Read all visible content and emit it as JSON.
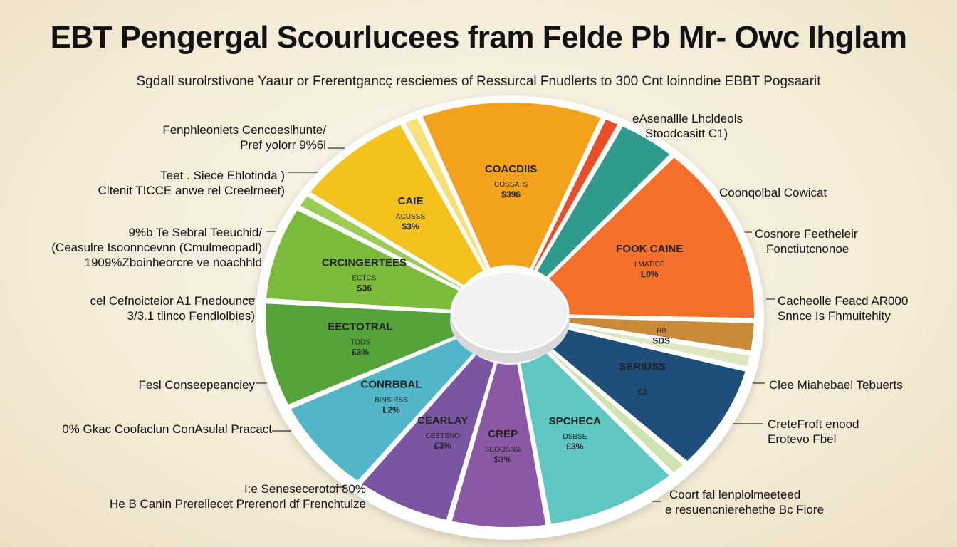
{
  "title": "EBT Pengergal Scourlucees fram Felde Pb Mr- Owc Ihglam",
  "subtitle": "Sgdall surolrstivone Yaaur or Frerentgancç resciemes of Ressurcal Fnudlerts to 300 Cnt loinndine EBBT Pogsaarit",
  "colors": {
    "background": "#f5ecd8",
    "hub": "#f2f2f2",
    "rim": "#ffffff"
  },
  "chart_data": {
    "type": "pie",
    "slices": [
      {
        "name": "COACDIIS",
        "sublabel": "COSSATS",
        "value_label": "$396",
        "color": "#f4a21c",
        "value": 15
      },
      {
        "name": "",
        "sublabel": "",
        "value_label": "",
        "color": "#e8502a",
        "value": 1.5
      },
      {
        "name": "",
        "sublabel": "",
        "value_label": "",
        "color": "#2f9b8c",
        "value": 5
      },
      {
        "name": "FOOK CAINE",
        "sublabel": "I MATICE",
        "value_label": "L0%",
        "color": "#f36f2a",
        "value": 17
      },
      {
        "name": "",
        "sublabel": "R0",
        "value_label": "SDS",
        "color": "#c98a3a",
        "value": 3
      },
      {
        "name": "",
        "sublabel": "",
        "value_label": "",
        "color": "#dfe7c0",
        "value": 1.5
      },
      {
        "name": "SERIUSS",
        "sublabel": "",
        "value_label": "£3",
        "color": "#1f4e7a",
        "value": 10
      },
      {
        "name": "",
        "sublabel": "",
        "value_label": "",
        "color": "#cfe3b0",
        "value": 1.5
      },
      {
        "name": "SPCHECA",
        "sublabel": "DSBSE",
        "value_label": "£3%",
        "color": "#5ec7c1",
        "value": 11
      },
      {
        "name": "CREP",
        "sublabel": "SEOOSNG",
        "value_label": "$3%",
        "color": "#8a58a4",
        "value": 8
      },
      {
        "name": "CEARLAY",
        "sublabel": "CEBTSNO",
        "value_label": "£3%",
        "color": "#7a55a2",
        "value": 8
      },
      {
        "name": "CONRBBAL",
        "sublabel": "BINS RSS",
        "value_label": "L2%",
        "color": "#50b6c8",
        "value": 9
      },
      {
        "name": "EECTOTRAL",
        "sublabel": "TODS",
        "value_label": "£3%",
        "color": "#56a33a",
        "value": 10
      },
      {
        "name": "CRCINGERTEES",
        "sublabel": "ECTCS",
        "value_label": "S36",
        "color": "#7bbb3c",
        "value": 9
      },
      {
        "name": "",
        "sublabel": "",
        "value_label": "",
        "color": "#9bcc54",
        "value": 1.5
      },
      {
        "name": "CAIE",
        "sublabel": "ACUSSS",
        "value_label": "$3%",
        "color": "#f4c21c",
        "value": 10
      },
      {
        "name": "",
        "sublabel": "",
        "value_label": "",
        "color": "#f7e07a",
        "value": 1.5
      }
    ]
  },
  "callouts_left": [
    {
      "lines": [
        "Fenphleoniets Cencoeslhunte/",
        "Pref yolorr 9%6l"
      ]
    },
    {
      "lines": [
        "Teet . Siece Ehlotinda )",
        "Cltenit TICCE anwe rel Creelrneet)"
      ]
    },
    {
      "lines": [
        "9%b Te Sebral Teeuchid/",
        "(Ceasulre Isoonncevnn (Cmulmeopadl)",
        "1909%Zboinheorcre ve noachhld"
      ]
    },
    {
      "lines": [
        "cel Cefnoicteior A1 Fnedounce",
        "3/3.1 tiinco Fendlolbies)"
      ]
    },
    {
      "lines": [
        "Fesl Conseepeanciey"
      ]
    },
    {
      "lines": [
        "0% Gkac Coofaclun ConAsulal Pracact"
      ]
    },
    {
      "lines": [
        "I:e Senesecerotoi 80%",
        "He B Canin Prerellecet Prerenorl df Frenchtulze"
      ]
    }
  ],
  "callouts_right": [
    {
      "lines": [
        "eAsenallle Lhcldeols",
        "Stoodcasitt C1)"
      ]
    },
    {
      "lines": [
        "Coonqolbal Cowicat"
      ]
    },
    {
      "lines": [
        "Cosnore Feetheleir",
        "Fonctiutcnonoe"
      ]
    },
    {
      "lines": [
        "Cacheolle Feacd AR000",
        "Snnce Is Fhmuitehity"
      ]
    },
    {
      "lines": [
        "Clee Miahebael Tebuerts"
      ]
    },
    {
      "lines": [
        "CreteFroft enood",
        "Erotevo Fbel"
      ]
    },
    {
      "lines": [
        "Coort fal lenplolmeeteed",
        "e resuencnierehethe Bc Fiore"
      ]
    }
  ]
}
